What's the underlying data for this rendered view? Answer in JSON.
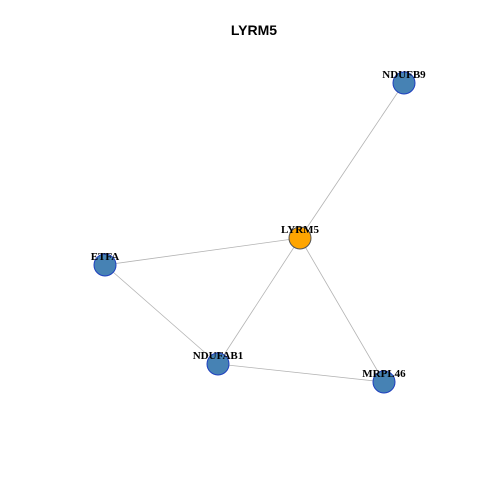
{
  "title": "LYRM5",
  "colors": {
    "hub_fill": "#FFA500",
    "hub_stroke": "#555555",
    "node_fill": "#4682B4",
    "node_stroke": "#1E3FBF",
    "edge": "#B3B3B3"
  },
  "nodes": [
    {
      "id": "LYRM5",
      "label": "LYRM5",
      "hub": true
    },
    {
      "id": "NDUFB9",
      "label": "NDUFB9",
      "hub": false
    },
    {
      "id": "ETFA",
      "label": "ETFA",
      "hub": false
    },
    {
      "id": "NDUFAB1",
      "label": "NDUFAB1",
      "hub": false
    },
    {
      "id": "MRPL46",
      "label": "MRPL46",
      "hub": false
    }
  ],
  "edges": [
    {
      "source": "LYRM5",
      "target": "NDUFB9"
    },
    {
      "source": "LYRM5",
      "target": "ETFA"
    },
    {
      "source": "LYRM5",
      "target": "NDUFAB1"
    },
    {
      "source": "LYRM5",
      "target": "MRPL46"
    },
    {
      "source": "ETFA",
      "target": "NDUFAB1"
    },
    {
      "source": "NDUFAB1",
      "target": "MRPL46"
    }
  ]
}
